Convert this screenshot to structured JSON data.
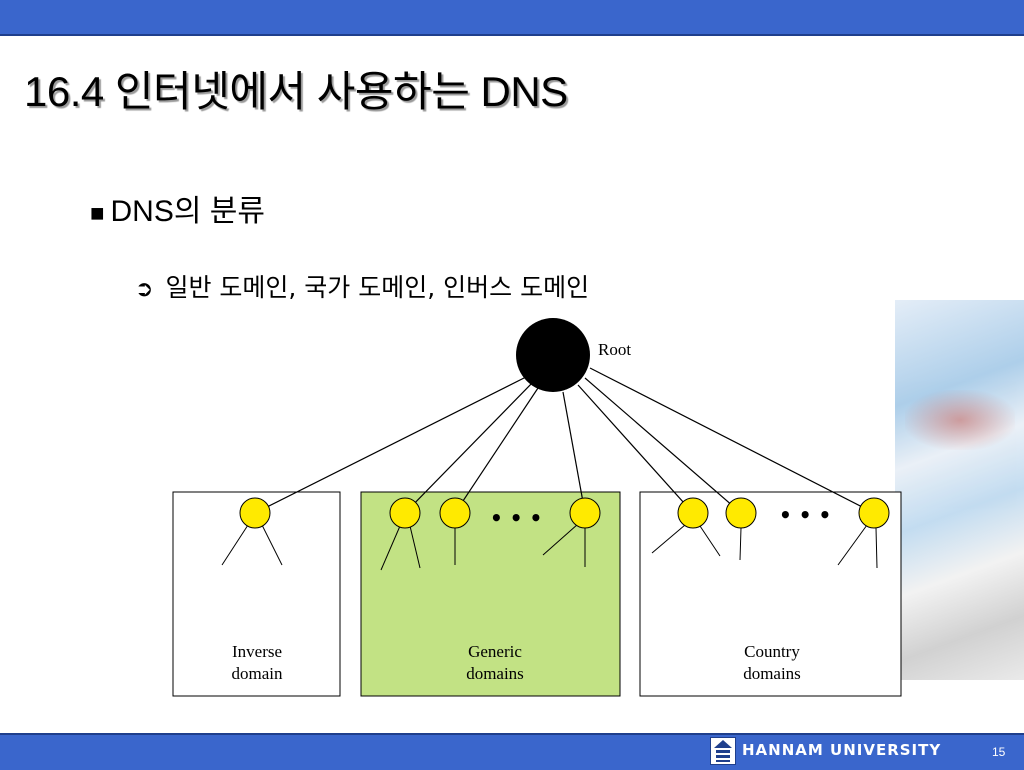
{
  "slide": {
    "title": "16.4 인터넷에서 사용하는 DNS",
    "bullet_mark": "■",
    "bullet1": "DNS의 분류",
    "arrow_mark": "➲",
    "bullet2": "일반 도메인, 국가 도메인, 인버스 도메인",
    "page_number": "15"
  },
  "footer": {
    "university": "HANNAM UNIVERSITY"
  },
  "diagram": {
    "root_label": "Root",
    "ellipsis": "• • •",
    "boxes": {
      "inverse": {
        "line1": "Inverse",
        "line2": "domain",
        "fill": "#ffffff"
      },
      "generic": {
        "line1": "Generic",
        "line2": "domains",
        "fill": "#c2e284"
      },
      "country": {
        "line1": "Country",
        "line2": "domains",
        "fill": "#ffffff"
      }
    },
    "colors": {
      "root": "#000000",
      "node": "#ffea00",
      "line": "#000000"
    }
  }
}
